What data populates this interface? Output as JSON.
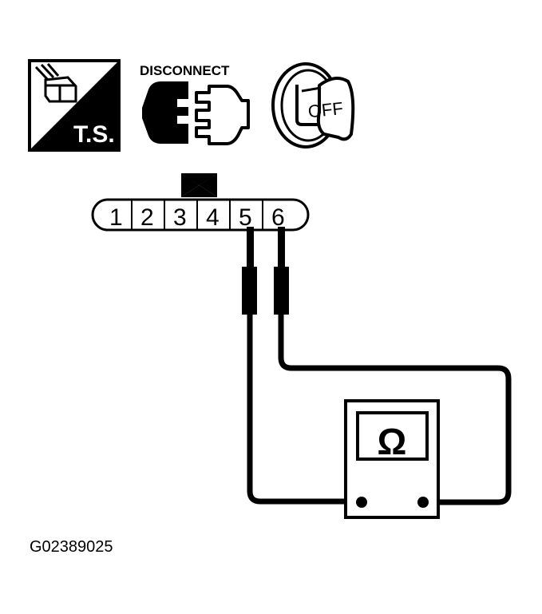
{
  "header_icons": {
    "ts_icon": {
      "label": "T.S."
    },
    "disconnect_icon": {
      "label": "DISCONNECT"
    },
    "ignition_icon": {
      "key_label": "OFF"
    }
  },
  "connector": {
    "pins": [
      "1",
      "2",
      "3",
      "4",
      "5",
      "6"
    ],
    "tested_pins": [
      "5",
      "6"
    ]
  },
  "meter": {
    "symbol": "Ω"
  },
  "figure_id": "G02389025",
  "colors": {
    "line": "#000000",
    "background": "#ffffff"
  }
}
